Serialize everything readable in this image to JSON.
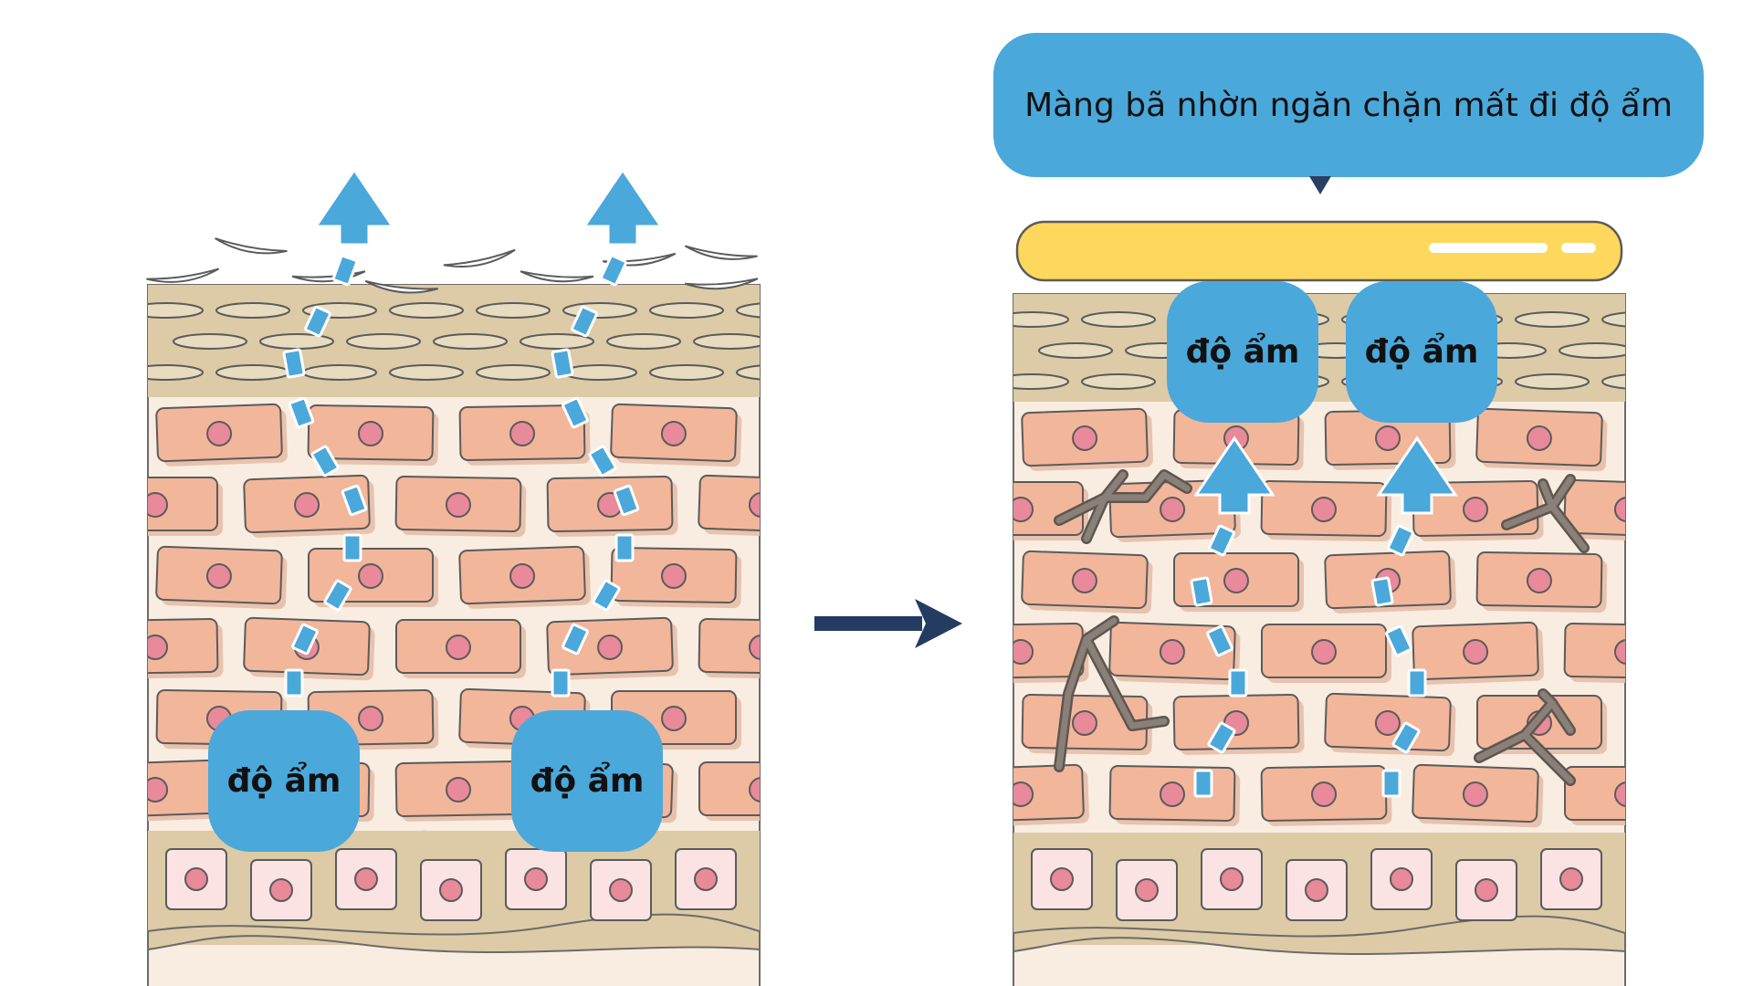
{
  "before_panel": {
    "label_left": "độ ẩm",
    "label_right": "độ ẩm"
  },
  "after_panel": {
    "callout_text": "Màng bã nhờn ngăn chặn mất đi độ ẩm",
    "label_left": "độ ẩm",
    "label_right": "độ ẩm"
  },
  "colors": {
    "moisture_blue": "#4aa8db",
    "arrow_navy": "#243b62",
    "sebum_yellow": "#fdd85d",
    "cell_salmon": "#f2b69b",
    "nucleus_pink": "#e88a9a",
    "tan_layer": "#dccba6",
    "skin_base": "#f9ede1",
    "outline": "#5b5b5b",
    "debris_gray": "#8a8078"
  },
  "icons": [
    "up-arrow-icon",
    "right-arrow-icon"
  ]
}
